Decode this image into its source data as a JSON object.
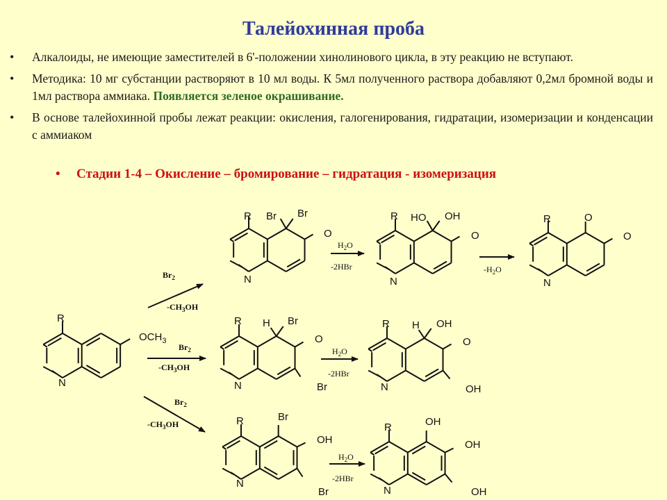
{
  "title": "Талейохинная проба",
  "bullets": [
    "Алкалоиды, не имеющие заместителей в 6'-положении хинолинового цикла,  в эту реакцию не вступают.",
    "Методика: 10 мг субстанции растворяют в 10 мл воды. К 5мл полученного раствора добавляют 0,2мл бромной воды и 1мл раствора аммиака.",
    "В основе талейохинной пробы лежат реакции: окисления, галогенирования, гидратации, изомеризации и конденсации с аммиаком"
  ],
  "green_note": "Появляется зеленое окрашивание.",
  "bullet_symbol": "•",
  "stages": "Стадии 1-4 – Окисление – бромирование – гидратация - изомеризация",
  "colors": {
    "background": "#ffffcc",
    "title": "#2f3c9c",
    "accent_red": "#cc1010",
    "accent_green": "#2e6b26"
  },
  "scheme": {
    "R": "R",
    "N": "N",
    "O": "O",
    "Br": "Br",
    "H": "H",
    "HO": "HO",
    "OH": "OH",
    "OCH3": "OCH",
    "sub3": "3",
    "br2": "Br",
    "sub2": "2",
    "minus_ch3oh_a": "-CH",
    "minus_ch3oh_b": "3",
    "minus_ch3oh_c": "OH",
    "h2o_a": "H",
    "h2o_b": "2",
    "h2o_c": "O",
    "minus_2hbr": "-2HBr",
    "minus_h2o_a": "-H",
    "minus_h2o_b": "2",
    "minus_h2o_c": "O"
  }
}
